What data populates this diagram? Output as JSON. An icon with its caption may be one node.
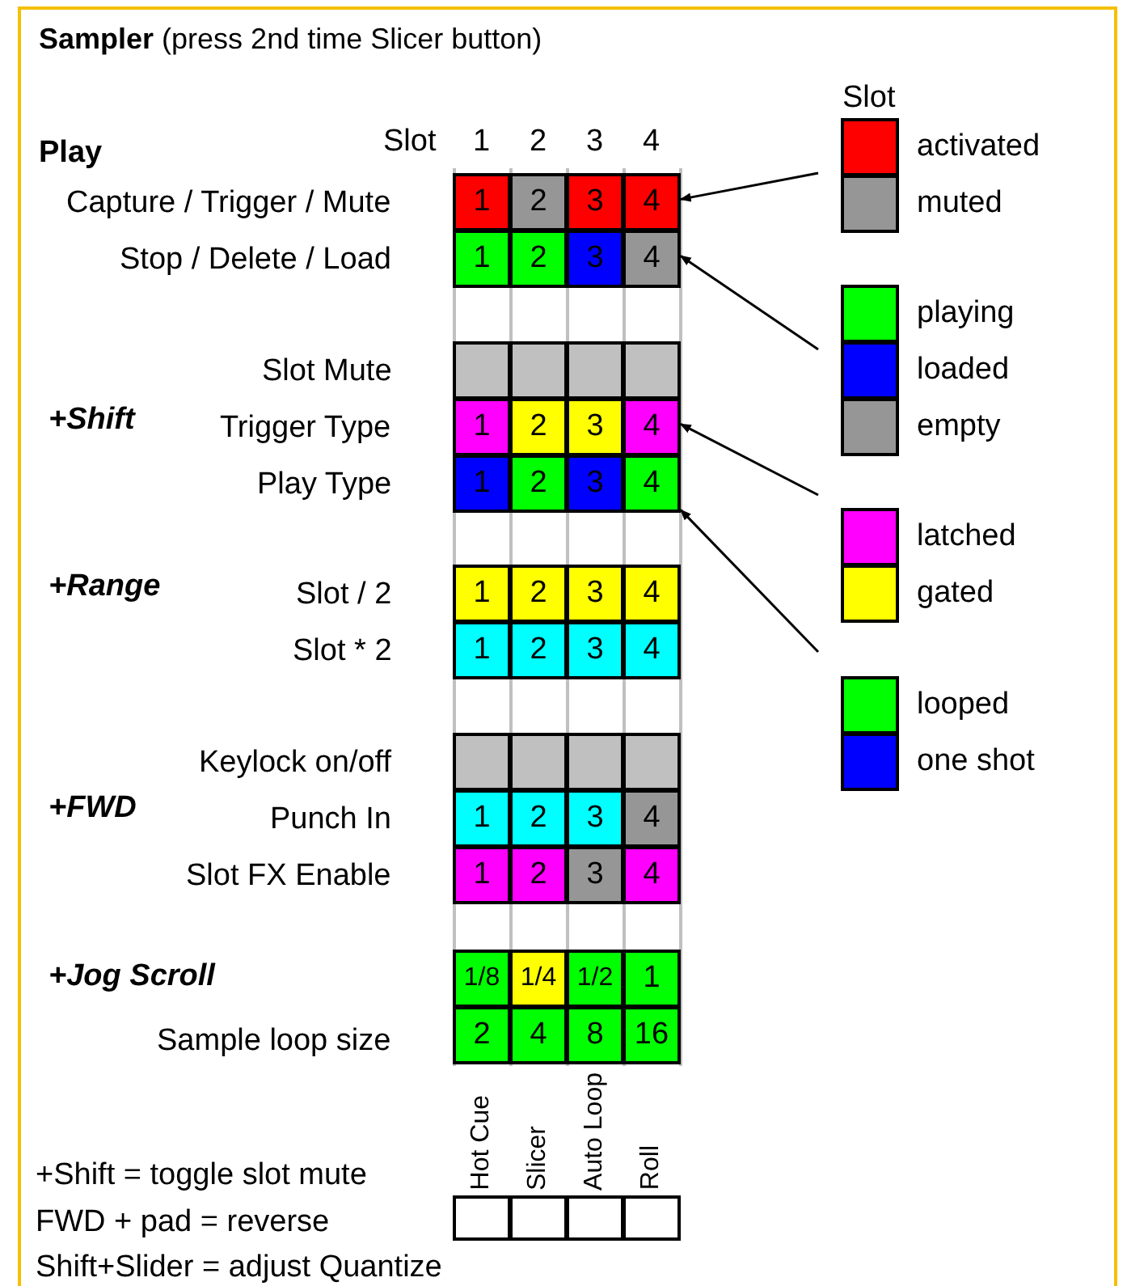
{
  "diagram": {
    "title": "**Sampler** (press 2nd time Slicer button)",
    "nodes": [
      {
        "text": [
          "1"
        ]
      },
      {
        "text": [
          "2"
        ]
      },
      {
        "text": [
          "3"
        ]
      },
      {
        "text": [
          "4"
        ]
      },
      {
        "text": [
          "1"
        ]
      },
      {
        "text": [
          "2"
        ]
      },
      {
        "text": [
          "3"
        ]
      },
      {
        "text": [
          "4"
        ]
      },
      {
        "text": [],
        "shape": "box"
      },
      {
        "text": [],
        "shape": "box"
      },
      {
        "text": [],
        "shape": "box"
      },
      {
        "text": [],
        "shape": "box"
      },
      {
        "text": [
          "1"
        ]
      },
      {
        "text": [
          "2"
        ]
      },
      {
        "text": [
          "3"
        ]
      },
      {
        "text": [
          "4"
        ]
      },
      {
        "text": [
          "1"
        ]
      },
      {
        "text": [
          "2"
        ]
      },
      {
        "text": [
          "3"
        ]
      },
      {
        "text": [
          "4"
        ]
      },
      {
        "text": [
          "1"
        ]
      },
      {
        "text": [
          "2"
        ]
      },
      {
        "text": [
          "3"
        ]
      },
      {
        "text": [
          "4"
        ]
      },
      {
        "text": [
          "1"
        ]
      },
      {
        "text": [
          "2"
        ]
      },
      {
        "text": [
          "3"
        ]
      },
      {
        "text": [
          "4"
        ]
      },
      {
        "text": [],
        "shape": "box"
      },
      {
        "text": [],
        "shape": "box"
      },
      {
        "text": [],
        "shape": "box"
      },
      {
        "text": [],
        "shape": "box"
      },
      {
        "text": [
          "1"
        ]
      },
      {
        "text": [
          "2"
        ]
      },
      {
        "text": [
          "3"
        ]
      },
      {
        "text": [
          "4"
        ]
      },
      {
        "text": [
          "1"
        ]
      },
      {
        "text": [
          "2"
        ]
      },
      {
        "text": [
          "3"
        ]
      },
      {
        "text": [
          "4"
        ]
      },
      {
        "text": [
          "1/8"
        ]
      },
      {
        "text": [
          "1/4"
        ]
      },
      {
        "text": [
          "1/2"
        ]
      },
      {
        "text": [
          "1"
        ]
      },
      {
        "text": [
          "2"
        ]
      },
      {
        "text": [
          "4"
        ]
      },
      {
        "text": [
          "8"
        ]
      },
      {
        "text": [
          "16"
        ]
      },
      {
        "text": [],
        "shape": "box"
      },
      {
        "text": [],
        "shape": "box"
      },
      {
        "text": [],
        "shape": "box"
      },
      {
        "text": [],
        "shape": "box"
      }
    ],
    "edges": [
      {
        "from": null,
        "to": 3,
        "arrow": "to"
      },
      {
        "from": null,
        "to": 7,
        "arrow": "to"
      },
      {
        "from": null,
        "to": 15,
        "arrow": "to"
      },
      {
        "from": null,
        "to": 19,
        "arrow": "to"
      }
    ],
    "labels": [
      "Slot",
      "Slot",
      "1",
      "2",
      "3",
      "4",
      "Play",
      "Capture / Trigger / Mute",
      "Stop / Delete / Load",
      "Slot Mute",
      "+Shift",
      "Trigger Type",
      "Play Type",
      "+Range",
      "Slot / 2",
      "Slot * 2",
      "Keylock on/off",
      "+FWD",
      "Punch In",
      "Slot FX Enable",
      "+Jog Scroll",
      "Sample loop size",
      "+Shift = toggle slot mute",
      "Hot Cue",
      "Slicer",
      "Auto Loop",
      "Roll",
      "FWD + pad = reverse",
      "Shift+Slider = adjust Quantize"
    ],
    "legend": [
      {
        "text": "activated",
        "color": "#ff0000"
      },
      {
        "text": "muted",
        "color": "#969696"
      },
      {
        "text": "playing",
        "color": "#00ff00"
      },
      {
        "text": "loaded",
        "color": "#0000ff"
      },
      {
        "text": "empty",
        "color": "#969696"
      },
      {
        "text": "latched",
        "color": "#ff00ff"
      },
      {
        "text": "gated",
        "color": "#ffff00"
      },
      {
        "text": "looped",
        "color": "#00ff00"
      },
      {
        "text": "one shot",
        "color": "#0000ff"
      }
    ]
  }
}
